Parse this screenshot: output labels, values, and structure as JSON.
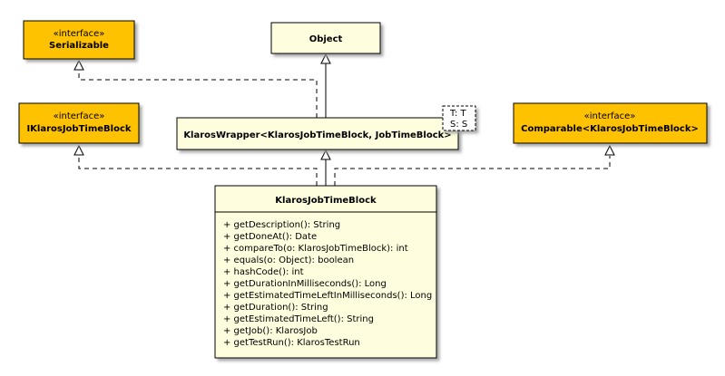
{
  "colors": {
    "interface_fill": "#FFC200",
    "class_fill": "#FEFEDE",
    "border": "#000000",
    "shadow": "#AAAAAA",
    "generic_fill": "#FFFFFF"
  },
  "nodes": {
    "serializable": {
      "stereotype": "«interface»",
      "name": "Serializable"
    },
    "object": {
      "name": "Object"
    },
    "iklaros": {
      "stereotype": "«interface»",
      "name": "IKlarosJobTimeBlock"
    },
    "wrapper": {
      "name": "KlarosWrapper<KlarosJobTimeBlock, JobTimeBlock>",
      "generic_params": [
        "T: T",
        "S: S"
      ]
    },
    "comparable": {
      "stereotype": "«interface»",
      "name": "Comparable<KlarosJobTimeBlock>"
    },
    "main": {
      "name": "KlarosJobTimeBlock",
      "members": [
        "+ getDescription(): String",
        "+ getDoneAt(): Date",
        "+ compareTo(o: KlarosJobTimeBlock): int",
        "+ equals(o: Object): boolean",
        "+ hashCode(): int",
        "+ getDurationInMilliseconds(): Long",
        "+ getEstimatedTimeLeftInMilliseconds(): Long",
        "+ getDuration(): String",
        "+ getEstimatedTimeLeft(): String",
        "+ getJob(): KlarosJob",
        "+ getTestRun(): KlarosTestRun"
      ]
    }
  }
}
